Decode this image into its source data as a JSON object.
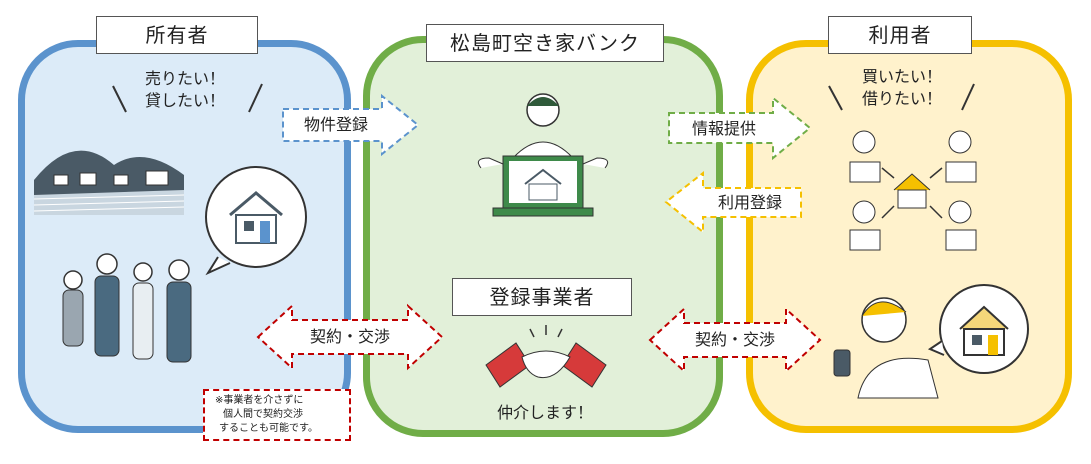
{
  "owner": {
    "title": "所有者",
    "speech_1": "売りたい！",
    "speech_2": "貸したい！"
  },
  "bank": {
    "title": "松島町空き家バンク"
  },
  "user": {
    "title": "利用者",
    "speech_1": "買いたい！",
    "speech_2": "借りたい！"
  },
  "arrows": {
    "property_registration": "物件登録",
    "info_provision": "情報提供",
    "use_registration": "利用登録",
    "contract_left": "契約・交渉",
    "contract_right": "契約・交渉"
  },
  "business": {
    "title": "登録事業者",
    "caption": "仲介します！"
  },
  "note": {
    "line_1": "※事業者を介さずに",
    "line_2": "個人間で契約交渉",
    "line_3": "することも可能です。"
  },
  "colors": {
    "owner": "#5b93cd",
    "bank": "#70ad47",
    "user": "#f5c000",
    "contract": "#c00000"
  }
}
